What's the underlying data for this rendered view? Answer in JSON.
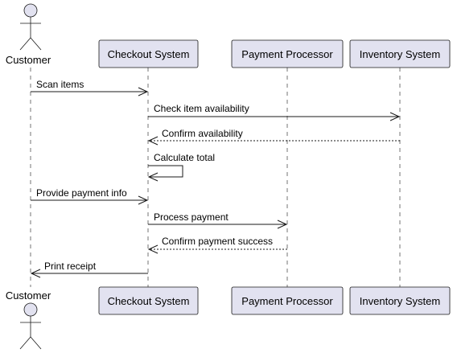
{
  "participants": {
    "customer": {
      "label": "Customer",
      "kind": "actor"
    },
    "checkout": {
      "label": "Checkout System",
      "kind": "participant"
    },
    "payment": {
      "label": "Payment Processor",
      "kind": "participant"
    },
    "inventory": {
      "label": "Inventory System",
      "kind": "participant"
    }
  },
  "messages": [
    {
      "from": "customer",
      "to": "checkout",
      "label": "Scan items",
      "style": "solid"
    },
    {
      "from": "checkout",
      "to": "inventory",
      "label": "Check item availability",
      "style": "solid"
    },
    {
      "from": "inventory",
      "to": "checkout",
      "label": "Confirm availability",
      "style": "dashed"
    },
    {
      "from": "checkout",
      "to": "checkout",
      "label": "Calculate total",
      "style": "solid"
    },
    {
      "from": "customer",
      "to": "checkout",
      "label": "Provide payment info",
      "style": "solid"
    },
    {
      "from": "checkout",
      "to": "payment",
      "label": "Process payment",
      "style": "solid"
    },
    {
      "from": "payment",
      "to": "checkout",
      "label": "Confirm payment success",
      "style": "dashed"
    },
    {
      "from": "checkout",
      "to": "customer",
      "label": "Print receipt",
      "style": "solid"
    }
  ],
  "colors": {
    "participant_fill": "#e2e2f0",
    "line": "#181818"
  }
}
